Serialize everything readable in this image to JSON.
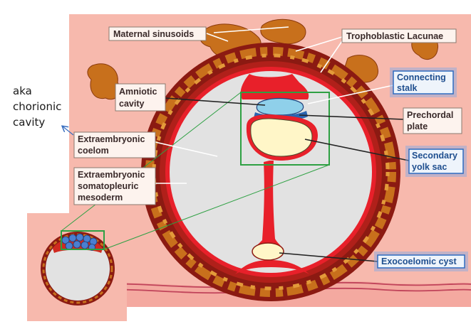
{
  "labels": {
    "maternal_sinusoids": "Maternal sinusoids",
    "trophoblastic_lacunae": "Trophoblastic Lacunae",
    "amniotic_cavity_1": "Amniotic",
    "amniotic_cavity_2": "cavity",
    "connecting_stalk_1": "Connecting",
    "connecting_stalk_2": "stalk",
    "prechordal_plate_1": "Prechordal",
    "prechordal_plate_2": "plate",
    "extraembryonic_coelom_1": "Extraembryonic",
    "extraembryonic_coelom_2": "coelom",
    "secondary_yolk_sac_1": "Secondary",
    "secondary_yolk_sac_2": "yolk sac",
    "somatopleuric_1": "Extraembryonic",
    "somatopleuric_2": "somatopleuric",
    "somatopleuric_3": "mesoderm",
    "exocoelomic_cyst": "Exocoelomic cyst"
  },
  "annotation": {
    "line1": "aka",
    "line2": "chorionic",
    "line3": "cavity"
  },
  "colors": {
    "background_tissue": "#f7b9ad",
    "trophoblast_dark": "#8b1a12",
    "trophoblast_red": "#e8202a",
    "lacunae_orange": "#c8701c",
    "cavity_gray": "#e2e2e2",
    "yolk_sac": "#fff6c8",
    "amnion_blue": "#8fd0ea",
    "prechordal_blue": "#2a64b0",
    "frame_green": "#2ea043",
    "highlight_blue": "#2f6cc0"
  }
}
